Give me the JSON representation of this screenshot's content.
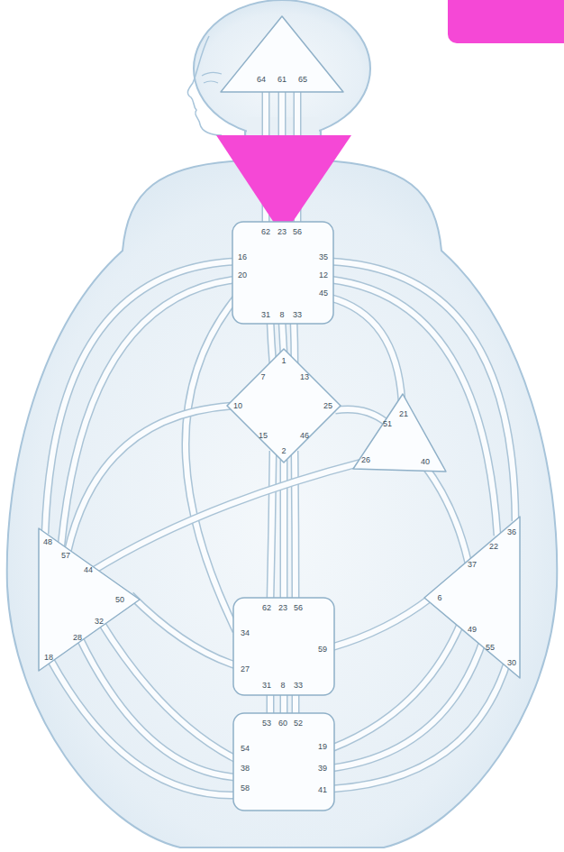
{
  "diagram": {
    "nodes": [
      {
        "text": [
          "64",
          "61",
          "65"
        ]
      },
      {
        "text": [
          "62",
          "23",
          "56",
          "16",
          "20",
          "35",
          "12",
          "45",
          "31",
          "8",
          "33"
        ]
      },
      {
        "text": [
          "1",
          "7",
          "13",
          "10",
          "25",
          "15",
          "46",
          "2"
        ]
      },
      {
        "text": [
          "21",
          "51",
          "26",
          "40"
        ]
      },
      {
        "text": [
          "48",
          "57",
          "44",
          "50",
          "32",
          "28",
          "18"
        ]
      },
      {
        "text": [
          "62",
          "23",
          "56",
          "34",
          "27",
          "59",
          "31",
          "8",
          "33"
        ]
      },
      {
        "text": [
          "36",
          "22",
          "37",
          "6",
          "49",
          "55",
          "30"
        ]
      },
      {
        "text": [
          "53",
          "60",
          "52",
          "54",
          "38",
          "58",
          "19",
          "39",
          "41"
        ]
      }
    ],
    "edges": [
      {
        "from": 0,
        "to": 1,
        "arrow": "none"
      },
      {
        "from": 0,
        "to": 1,
        "arrow": "none"
      },
      {
        "from": 0,
        "to": 1,
        "arrow": "none"
      },
      {
        "from": 1,
        "to": 2,
        "arrow": "none"
      },
      {
        "from": 1,
        "to": 2,
        "arrow": "none"
      },
      {
        "from": 1,
        "to": 2,
        "arrow": "none"
      },
      {
        "from": 2,
        "to": 5,
        "arrow": "none"
      },
      {
        "from": 2,
        "to": 5,
        "arrow": "none"
      },
      {
        "from": 2,
        "to": 5,
        "arrow": "none"
      },
      {
        "from": 5,
        "to": 7,
        "arrow": "none"
      },
      {
        "from": 5,
        "to": 7,
        "arrow": "none"
      },
      {
        "from": 5,
        "to": 7,
        "arrow": "none"
      },
      {
        "from": 1,
        "to": 4,
        "arrow": "none"
      },
      {
        "from": 1,
        "to": 4,
        "arrow": "none"
      },
      {
        "from": 1,
        "to": 5,
        "arrow": "none"
      },
      {
        "from": 1,
        "to": 6,
        "arrow": "none"
      },
      {
        "from": 1,
        "to": 6,
        "arrow": "none"
      },
      {
        "from": 1,
        "to": 3,
        "arrow": "none"
      },
      {
        "from": 2,
        "to": 4,
        "arrow": "none"
      },
      {
        "from": 2,
        "to": 3,
        "arrow": "none"
      },
      {
        "from": 3,
        "to": 6,
        "arrow": "none"
      },
      {
        "from": 3,
        "to": 4,
        "arrow": "none"
      },
      {
        "from": 4,
        "to": 5,
        "arrow": "none"
      },
      {
        "from": 5,
        "to": 6,
        "arrow": "none"
      },
      {
        "from": 4,
        "to": 7,
        "arrow": "none"
      },
      {
        "from": 4,
        "to": 7,
        "arrow": "none"
      },
      {
        "from": 4,
        "to": 7,
        "arrow": "none"
      },
      {
        "from": 7,
        "to": 6,
        "arrow": "none"
      },
      {
        "from": 7,
        "to": 6,
        "arrow": "none"
      },
      {
        "from": 7,
        "to": 6,
        "arrow": "none"
      }
    ]
  }
}
